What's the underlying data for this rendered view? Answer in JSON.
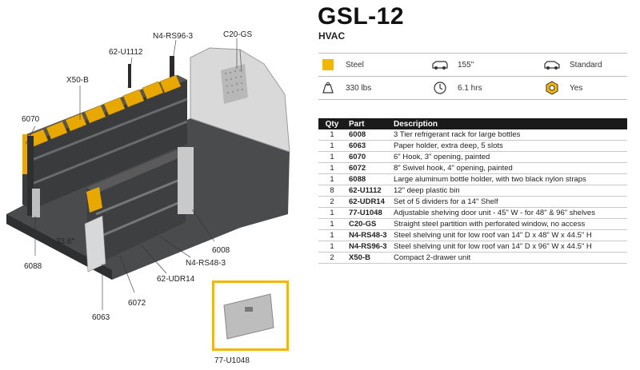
{
  "product": {
    "title": "GSL-12",
    "subtitle": "HVAC"
  },
  "specs": [
    {
      "icon": "steel-swatch-icon",
      "color": "#f2b705",
      "value": "Steel"
    },
    {
      "icon": "van-length-icon",
      "value": "155\""
    },
    {
      "icon": "van-roof-icon",
      "value": "Standard"
    },
    {
      "icon": "weight-icon",
      "value": "330 lbs"
    },
    {
      "icon": "install-time-icon",
      "value": "6.1 hrs"
    },
    {
      "icon": "hardware-nut-icon",
      "color": "#f2b705",
      "value": "Yes"
    }
  ],
  "table": {
    "headers": [
      "Qty",
      "Part",
      "Description"
    ],
    "rows": [
      {
        "qty": "1",
        "part": "6008",
        "desc": "3 Tier refrigerant rack for large bottles"
      },
      {
        "qty": "1",
        "part": "6063",
        "desc": "Paper holder, extra deep, 5 slots"
      },
      {
        "qty": "1",
        "part": "6070",
        "desc": "6\" Hook, 3\" opening, painted"
      },
      {
        "qty": "1",
        "part": "6072",
        "desc": "8\" Swivel hook, 4\" opening, painted"
      },
      {
        "qty": "1",
        "part": "6088",
        "desc": "Large aluminum bottle holder, with two black nylon straps"
      },
      {
        "qty": "8",
        "part": "62-U1112",
        "desc": "12\" deep plastic bin"
      },
      {
        "qty": "2",
        "part": "62-UDR14",
        "desc": "Set of 5 dividers for a 14\" Shelf"
      },
      {
        "qty": "1",
        "part": "77-U1048",
        "desc": "Adjustable shelving door unit - 45\" W - for 48\" & 96\" shelves"
      },
      {
        "qty": "1",
        "part": "C20-GS",
        "desc": "Straight steel partition with perforated window, no access"
      },
      {
        "qty": "1",
        "part": "N4-RS48-3",
        "desc": "Steel shelving unit for low roof van 14\" D x 48\" W x 44.5\" H"
      },
      {
        "qty": "1",
        "part": "N4-RS96-3",
        "desc": "Steel shelving unit for low roof van 14\" D x 96\" W x 44.5\" H"
      },
      {
        "qty": "2",
        "part": "X50-B",
        "desc": "Compact 2-drawer unit"
      }
    ]
  },
  "callouts": {
    "n4rs963": "N4-RS96-3",
    "c20gs": "C20-GS",
    "u1112": "62-U1112",
    "x50b": "X50-B",
    "p6070": "6070",
    "dim": "33.6\"",
    "p6088": "6088",
    "p6063": "6063",
    "p6072": "6072",
    "udr14": "62-UDR14",
    "n4rs483": "N4-RS48-3",
    "p6008": "6008",
    "u1048": "77-U1048"
  },
  "colors": {
    "accent": "#f2b705",
    "header_bg": "#1a1a1a",
    "shelf_dark": "#3a3b3d"
  }
}
